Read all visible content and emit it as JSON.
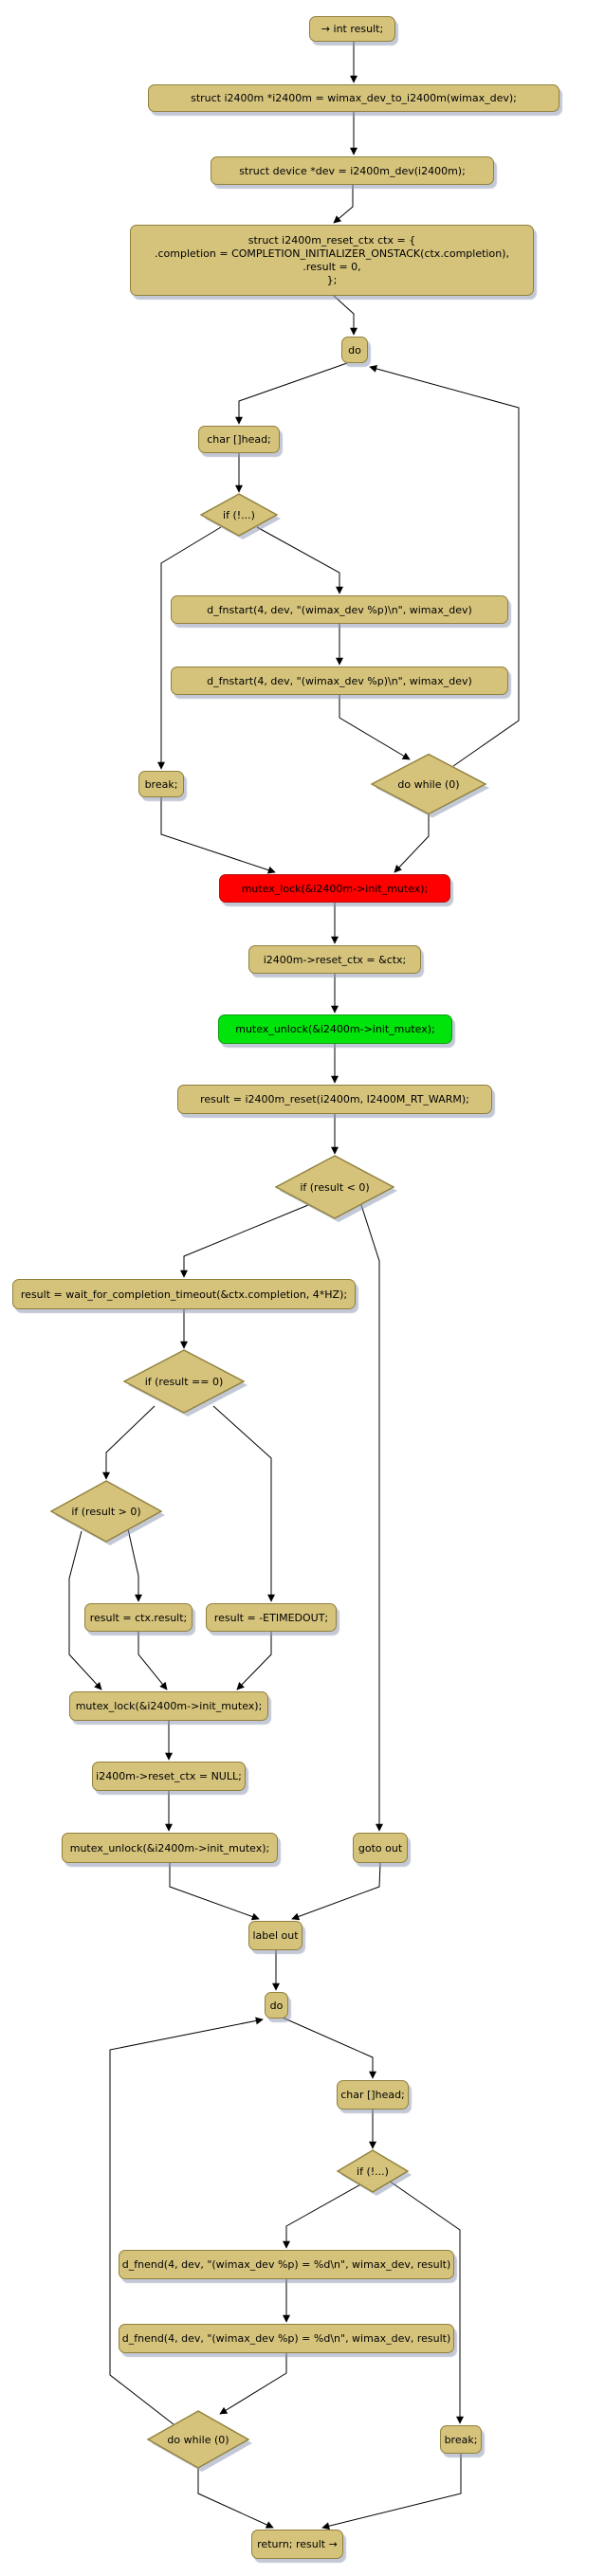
{
  "diagram": {
    "kind": "control-flow-graph",
    "colors": {
      "background": "#ffffff",
      "node_fill": "#d5c37c",
      "node_border": "#90803c",
      "highlight_red": "#ff0000",
      "highlight_green": "#00e30b",
      "edge": "#000000",
      "shadow": "#919bb4"
    },
    "nodes": [
      {
        "id": "start",
        "shape": "box",
        "color": "tan",
        "label": "→ int result;"
      },
      {
        "id": "decl-i2400m",
        "shape": "box",
        "color": "tan",
        "label": "struct i2400m *i2400m = wimax_dev_to_i2400m(wimax_dev);"
      },
      {
        "id": "decl-dev",
        "shape": "box",
        "color": "tan",
        "label": "struct device *dev = i2400m_dev(i2400m);"
      },
      {
        "id": "decl-ctx",
        "shape": "box",
        "color": "tan",
        "label": "struct i2400m_reset_ctx ctx = {\n.completion = COMPLETION_INITIALIZER_ONSTACK(ctx.completion),\n.result = 0,\n};"
      },
      {
        "id": "do-1",
        "shape": "box",
        "color": "tan",
        "label": "do"
      },
      {
        "id": "head-1",
        "shape": "box",
        "color": "tan",
        "label": "char []head;"
      },
      {
        "id": "if-1",
        "shape": "diamond",
        "color": "tan",
        "label": "if (!...)"
      },
      {
        "id": "fnstart-1",
        "shape": "box",
        "color": "tan",
        "label": "d_fnstart(4, dev, \"(wimax_dev %p)\\n\", wimax_dev)"
      },
      {
        "id": "fnstart-2",
        "shape": "box",
        "color": "tan",
        "label": "d_fnstart(4, dev, \"(wimax_dev %p)\\n\", wimax_dev)"
      },
      {
        "id": "break-1",
        "shape": "box",
        "color": "tan",
        "label": "break;"
      },
      {
        "id": "dowhile-1",
        "shape": "diamond",
        "color": "tan",
        "label": "do while (0)"
      },
      {
        "id": "mutex-lock-1",
        "shape": "box",
        "color": "red",
        "label": "mutex_lock(&i2400m->init_mutex);"
      },
      {
        "id": "set-reset-ctx",
        "shape": "box",
        "color": "tan",
        "label": "i2400m->reset_ctx = &ctx;"
      },
      {
        "id": "mutex-unlock-1",
        "shape": "box",
        "color": "green",
        "label": "mutex_unlock(&i2400m->init_mutex);"
      },
      {
        "id": "call-reset",
        "shape": "box",
        "color": "tan",
        "label": "result = i2400m_reset(i2400m, I2400M_RT_WARM);"
      },
      {
        "id": "if-result-lt-0",
        "shape": "diamond",
        "color": "tan",
        "label": "if (result < 0)"
      },
      {
        "id": "wait-timeout",
        "shape": "box",
        "color": "tan",
        "label": "result = wait_for_completion_timeout(&ctx.completion, 4*HZ);"
      },
      {
        "id": "if-result-eq-0",
        "shape": "diamond",
        "color": "tan",
        "label": "if (result == 0)"
      },
      {
        "id": "if-result-gt-0",
        "shape": "diamond",
        "color": "tan",
        "label": "if (result > 0)"
      },
      {
        "id": "set-result-ctx",
        "shape": "box",
        "color": "tan",
        "label": "result = ctx.result;"
      },
      {
        "id": "set-result-etimedout",
        "shape": "box",
        "color": "tan",
        "label": "result = -ETIMEDOUT;"
      },
      {
        "id": "mutex-lock-2",
        "shape": "box",
        "color": "tan",
        "label": "mutex_lock(&i2400m->init_mutex);"
      },
      {
        "id": "clear-reset-ctx",
        "shape": "box",
        "color": "tan",
        "label": "i2400m->reset_ctx = NULL;"
      },
      {
        "id": "mutex-unlock-2",
        "shape": "box",
        "color": "tan",
        "label": "mutex_unlock(&i2400m->init_mutex);"
      },
      {
        "id": "goto-out",
        "shape": "box",
        "color": "tan",
        "label": "goto out"
      },
      {
        "id": "label-out",
        "shape": "box",
        "color": "tan",
        "label": "label out"
      },
      {
        "id": "do-2",
        "shape": "box",
        "color": "tan",
        "label": "do"
      },
      {
        "id": "head-2",
        "shape": "box",
        "color": "tan",
        "label": "char []head;"
      },
      {
        "id": "if-2",
        "shape": "diamond",
        "color": "tan",
        "label": "if (!...)"
      },
      {
        "id": "fnend-1",
        "shape": "box",
        "color": "tan",
        "label": "d_fnend(4, dev, \"(wimax_dev %p) = %d\\n\", wimax_dev, result)"
      },
      {
        "id": "fnend-2",
        "shape": "box",
        "color": "tan",
        "label": "d_fnend(4, dev, \"(wimax_dev %p) = %d\\n\", wimax_dev, result)"
      },
      {
        "id": "dowhile-2",
        "shape": "diamond",
        "color": "tan",
        "label": "do while (0)"
      },
      {
        "id": "break-2",
        "shape": "box",
        "color": "tan",
        "label": "break;"
      },
      {
        "id": "return",
        "shape": "box",
        "color": "tan",
        "label": "return; result →"
      }
    ],
    "edges": [
      {
        "from": "start",
        "to": "decl-i2400m"
      },
      {
        "from": "decl-i2400m",
        "to": "decl-dev"
      },
      {
        "from": "decl-dev",
        "to": "decl-ctx"
      },
      {
        "from": "decl-ctx",
        "to": "do-1"
      },
      {
        "from": "do-1",
        "to": "head-1"
      },
      {
        "from": "dowhile-1",
        "to": "do-1"
      },
      {
        "from": "head-1",
        "to": "if-1"
      },
      {
        "from": "if-1",
        "to": "break-1"
      },
      {
        "from": "if-1",
        "to": "fnstart-1"
      },
      {
        "from": "fnstart-1",
        "to": "fnstart-2"
      },
      {
        "from": "fnstart-2",
        "to": "dowhile-1"
      },
      {
        "from": "dowhile-1",
        "to": "mutex-lock-1"
      },
      {
        "from": "break-1",
        "to": "mutex-lock-1"
      },
      {
        "from": "mutex-lock-1",
        "to": "set-reset-ctx"
      },
      {
        "from": "set-reset-ctx",
        "to": "mutex-unlock-1"
      },
      {
        "from": "mutex-unlock-1",
        "to": "call-reset"
      },
      {
        "from": "call-reset",
        "to": "if-result-lt-0"
      },
      {
        "from": "if-result-lt-0",
        "to": "wait-timeout"
      },
      {
        "from": "if-result-lt-0",
        "to": "goto-out"
      },
      {
        "from": "wait-timeout",
        "to": "if-result-eq-0"
      },
      {
        "from": "if-result-eq-0",
        "to": "if-result-gt-0"
      },
      {
        "from": "if-result-eq-0",
        "to": "set-result-etimedout"
      },
      {
        "from": "if-result-gt-0",
        "to": "mutex-lock-2"
      },
      {
        "from": "if-result-gt-0",
        "to": "set-result-ctx"
      },
      {
        "from": "set-result-ctx",
        "to": "mutex-lock-2"
      },
      {
        "from": "set-result-etimedout",
        "to": "mutex-lock-2"
      },
      {
        "from": "mutex-lock-2",
        "to": "clear-reset-ctx"
      },
      {
        "from": "clear-reset-ctx",
        "to": "mutex-unlock-2"
      },
      {
        "from": "mutex-unlock-2",
        "to": "label-out"
      },
      {
        "from": "goto-out",
        "to": "label-out"
      },
      {
        "from": "label-out",
        "to": "do-2"
      },
      {
        "from": "do-2",
        "to": "head-2"
      },
      {
        "from": "dowhile-2",
        "to": "do-2"
      },
      {
        "from": "head-2",
        "to": "if-2"
      },
      {
        "from": "if-2",
        "to": "fnend-1"
      },
      {
        "from": "if-2",
        "to": "break-2"
      },
      {
        "from": "fnend-1",
        "to": "fnend-2"
      },
      {
        "from": "fnend-2",
        "to": "dowhile-2"
      },
      {
        "from": "dowhile-2",
        "to": "return"
      },
      {
        "from": "break-2",
        "to": "return"
      }
    ]
  }
}
